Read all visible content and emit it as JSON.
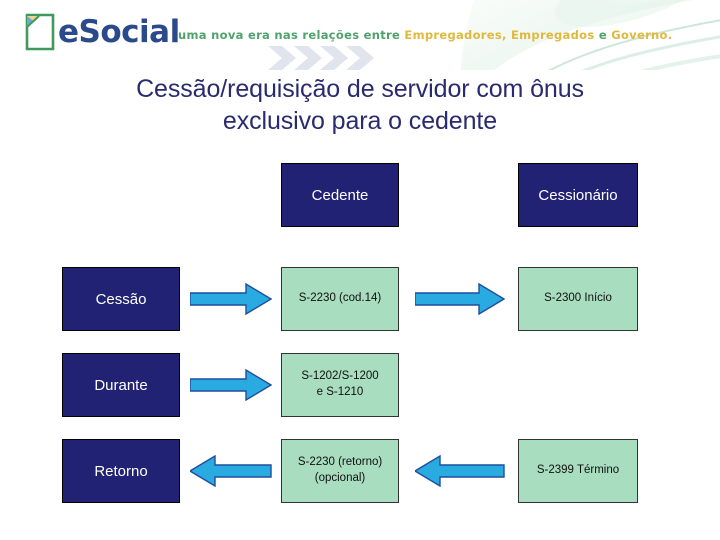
{
  "header": {
    "logo_word": "eSocial",
    "logo_icon": "document-page-icon",
    "tagline_part1": "uma nova era nas relações entre",
    "tagline_part2": "Empregadores, Empregados",
    "tagline_conjunction": "e",
    "tagline_part3": "Governo.",
    "colors": {
      "green": "#4fa26b",
      "gold": "#e0b83a",
      "navy": "#2b4a8b"
    }
  },
  "title": {
    "line1": "Cessão/requisição de servidor com ônus",
    "line2": "exclusivo para o cedente",
    "color": "#2a2a6e"
  },
  "diagram": {
    "colors": {
      "navy_box": "#222274",
      "green_box": "#a8ddc0",
      "arrow_fill": "#29ABE2",
      "arrow_stroke": "#1f4e9c"
    },
    "column_headers": [
      {
        "label": "Cedente",
        "name": "cedente"
      },
      {
        "label": "Cessionário",
        "name": "cessionario"
      }
    ],
    "row_labels": [
      {
        "label": "Cessão",
        "name": "cessao"
      },
      {
        "label": "Durante",
        "name": "durante"
      },
      {
        "label": "Retorno",
        "name": "retorno"
      }
    ],
    "cells": [
      {
        "row": "Cessão",
        "cedente": "S-2230 (cod.14)",
        "cessionario": "S-2300 Início",
        "arrow_label_left": "arrow-right",
        "arrow_label_right": "arrow-right"
      },
      {
        "row": "Durante",
        "cedente_line1": "S-1202/S-1200",
        "cedente_line2": "e S-1210",
        "cessionario": "",
        "arrow_label_left": "arrow-right",
        "arrow_label_right": ""
      },
      {
        "row": "Retorno",
        "cedente_line1": "S-2230 (retorno)",
        "cedente_line2": "(opcional)",
        "cessionario": "S-2399 Término",
        "arrow_label_left": "arrow-left",
        "arrow_label_right": "arrow-left"
      }
    ]
  }
}
